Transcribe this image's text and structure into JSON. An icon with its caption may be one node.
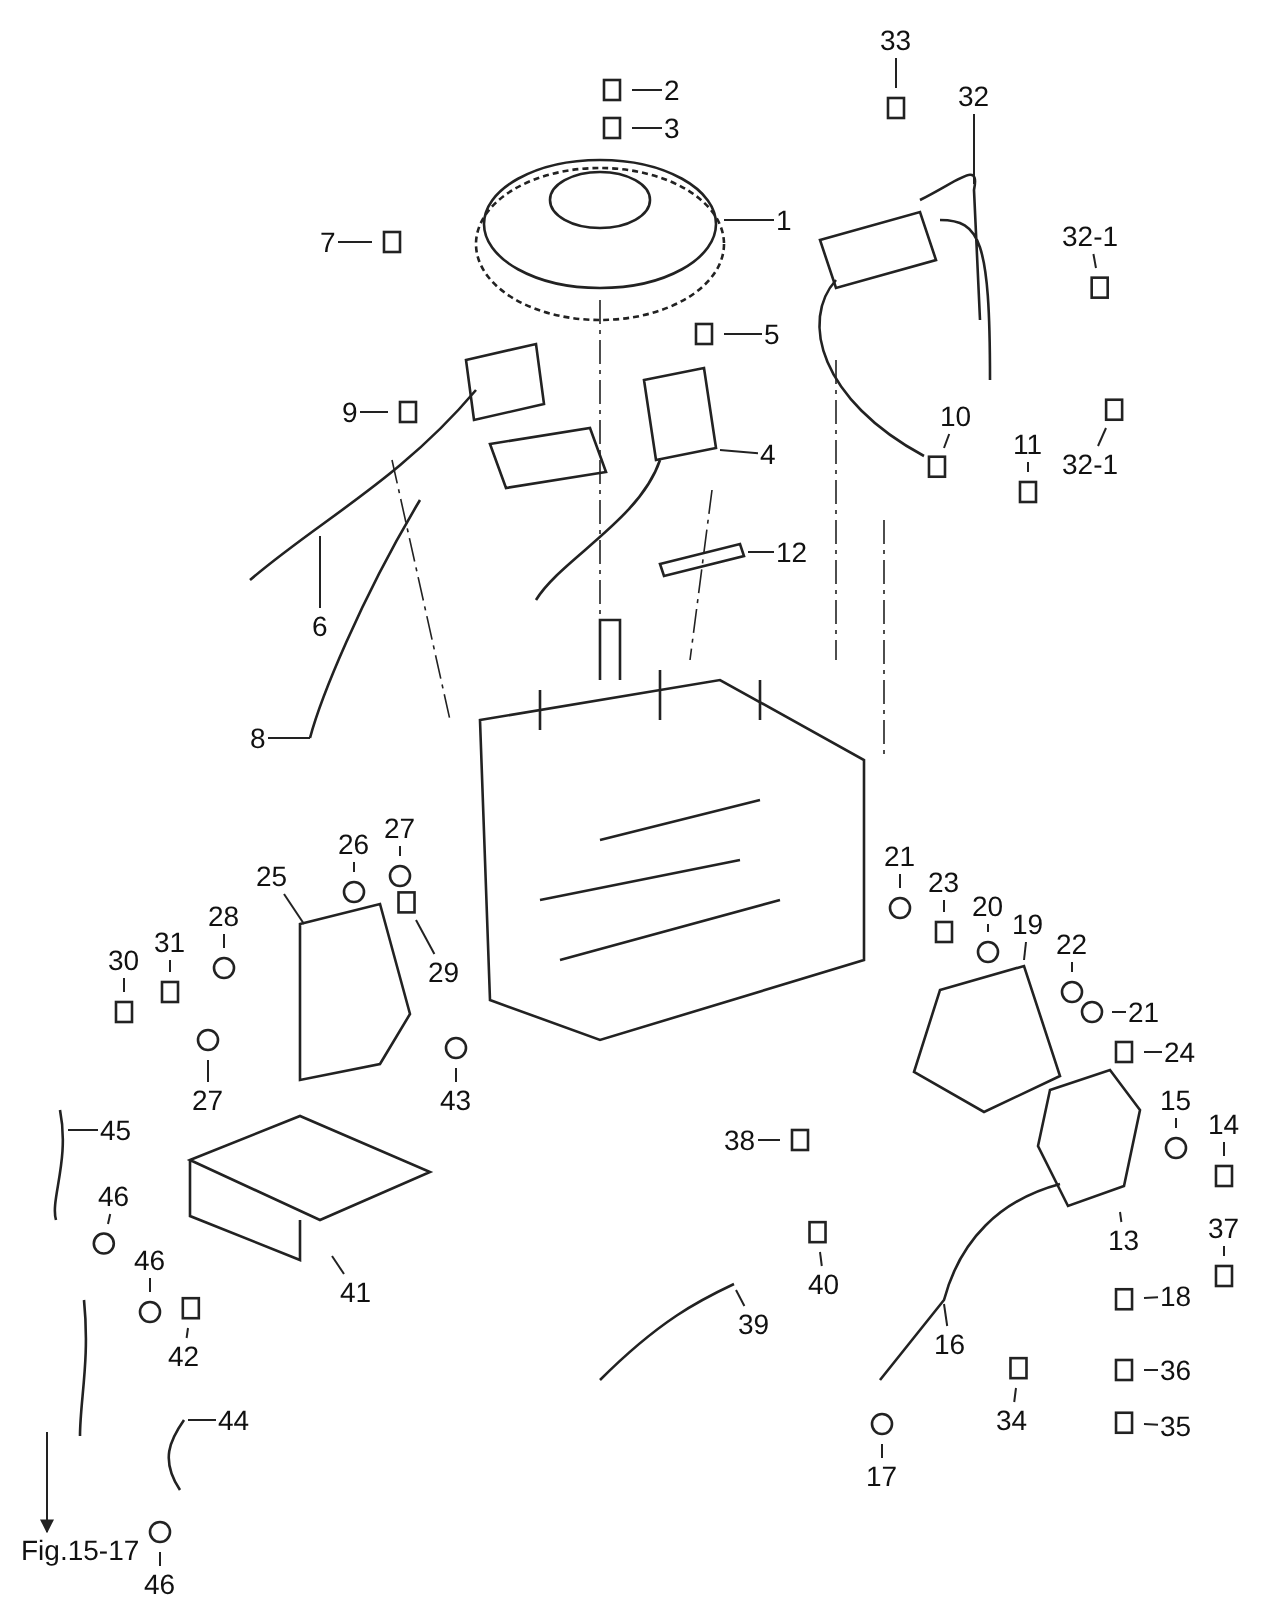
{
  "diagram": {
    "nodes": [
      {
        "text": [
          "33"
        ]
      },
      {
        "text": [
          "2"
        ]
      },
      {
        "text": [
          "32"
        ]
      },
      {
        "text": [
          "3"
        ]
      },
      {
        "text": [
          "1"
        ]
      },
      {
        "text": [
          "7"
        ]
      },
      {
        "text": [
          "32-1"
        ]
      },
      {
        "text": [
          "5"
        ]
      },
      {
        "text": [
          "9"
        ]
      },
      {
        "text": [
          "32-1"
        ]
      },
      {
        "text": [
          "10"
        ]
      },
      {
        "text": [
          "4"
        ]
      },
      {
        "text": [
          "11"
        ]
      },
      {
        "text": [
          "12"
        ]
      },
      {
        "text": [
          "6"
        ]
      },
      {
        "text": [
          "8"
        ]
      },
      {
        "text": [
          "27"
        ]
      },
      {
        "text": [
          "21"
        ]
      },
      {
        "text": [
          "23"
        ]
      },
      {
        "text": [
          "26"
        ]
      },
      {
        "text": [
          "25"
        ]
      },
      {
        "text": [
          "20"
        ]
      },
      {
        "text": [
          "19"
        ]
      },
      {
        "text": [
          "22"
        ]
      },
      {
        "text": [
          "28"
        ]
      },
      {
        "text": [
          "31"
        ]
      },
      {
        "text": [
          "30"
        ]
      },
      {
        "text": [
          "29"
        ]
      },
      {
        "text": [
          "21"
        ]
      },
      {
        "text": [
          "27"
        ]
      },
      {
        "text": [
          "24"
        ]
      },
      {
        "text": [
          "43"
        ]
      },
      {
        "text": [
          "45"
        ]
      },
      {
        "text": [
          "15"
        ]
      },
      {
        "text": [
          "14"
        ]
      },
      {
        "text": [
          "46"
        ]
      },
      {
        "text": [
          "38"
        ]
      },
      {
        "text": [
          "13"
        ]
      },
      {
        "text": [
          "46"
        ]
      },
      {
        "text": [
          "37"
        ]
      },
      {
        "text": [
          "41"
        ]
      },
      {
        "text": [
          "40"
        ]
      },
      {
        "text": [
          "42"
        ]
      },
      {
        "text": [
          "18"
        ]
      },
      {
        "text": [
          "39"
        ]
      },
      {
        "text": [
          "16"
        ]
      },
      {
        "text": [
          "44"
        ]
      },
      {
        "text": [
          "36"
        ]
      },
      {
        "text": [
          "34"
        ]
      },
      {
        "text": [
          "35"
        ]
      },
      {
        "text": [
          "17"
        ]
      },
      {
        "text": [
          "46"
        ]
      },
      {
        "text": [
          "Fig.15-17"
        ]
      }
    ],
    "edges": [
      {
        "from": 0,
        "to": null,
        "arrow": "none"
      },
      {
        "from": 1,
        "to": null,
        "arrow": "none"
      },
      {
        "from": 2,
        "to": null,
        "arrow": "none"
      },
      {
        "from": 3,
        "to": null,
        "arrow": "none"
      },
      {
        "from": 4,
        "to": null,
        "arrow": "none"
      },
      {
        "from": 5,
        "to": null,
        "arrow": "none"
      },
      {
        "from": 6,
        "to": null,
        "arrow": "none"
      },
      {
        "from": 7,
        "to": null,
        "arrow": "none"
      },
      {
        "from": 8,
        "to": null,
        "arrow": "none"
      },
      {
        "from": 9,
        "to": null,
        "arrow": "none"
      },
      {
        "from": 10,
        "to": null,
        "arrow": "none"
      },
      {
        "from": 11,
        "to": null,
        "arrow": "none"
      },
      {
        "from": 12,
        "to": null,
        "arrow": "none"
      },
      {
        "from": 13,
        "to": null,
        "arrow": "none"
      },
      {
        "from": 14,
        "to": null,
        "arrow": "none"
      },
      {
        "from": 15,
        "to": null,
        "arrow": "none"
      },
      {
        "from": 16,
        "to": null,
        "arrow": "none"
      },
      {
        "from": 17,
        "to": null,
        "arrow": "none"
      },
      {
        "from": 18,
        "to": null,
        "arrow": "none"
      },
      {
        "from": 19,
        "to": null,
        "arrow": "none"
      },
      {
        "from": 20,
        "to": null,
        "arrow": "none"
      },
      {
        "from": 21,
        "to": null,
        "arrow": "none"
      },
      {
        "from": 22,
        "to": null,
        "arrow": "none"
      },
      {
        "from": 23,
        "to": null,
        "arrow": "none"
      },
      {
        "from": 24,
        "to": null,
        "arrow": "none"
      },
      {
        "from": 25,
        "to": null,
        "arrow": "none"
      },
      {
        "from": 26,
        "to": null,
        "arrow": "none"
      },
      {
        "from": 27,
        "to": null,
        "arrow": "none"
      },
      {
        "from": 28,
        "to": null,
        "arrow": "none"
      },
      {
        "from": 29,
        "to": null,
        "arrow": "none"
      },
      {
        "from": 30,
        "to": null,
        "arrow": "none"
      },
      {
        "from": 31,
        "to": null,
        "arrow": "none"
      },
      {
        "from": 32,
        "to": null,
        "arrow": "none"
      },
      {
        "from": 33,
        "to": null,
        "arrow": "none"
      },
      {
        "from": 34,
        "to": null,
        "arrow": "none"
      },
      {
        "from": 35,
        "to": null,
        "arrow": "none"
      },
      {
        "from": 36,
        "to": null,
        "arrow": "none"
      },
      {
        "from": 37,
        "to": null,
        "arrow": "none"
      },
      {
        "from": 38,
        "to": null,
        "arrow": "none"
      },
      {
        "from": 39,
        "to": null,
        "arrow": "none"
      },
      {
        "from": 40,
        "to": null,
        "arrow": "none"
      },
      {
        "from": 41,
        "to": null,
        "arrow": "none"
      },
      {
        "from": 42,
        "to": null,
        "arrow": "none"
      },
      {
        "from": 43,
        "to": null,
        "arrow": "none"
      },
      {
        "from": 44,
        "to": null,
        "arrow": "none"
      },
      {
        "from": 45,
        "to": null,
        "arrow": "none"
      },
      {
        "from": 46,
        "to": null,
        "arrow": "none"
      },
      {
        "from": 47,
        "to": null,
        "arrow": "none"
      },
      {
        "from": 48,
        "to": null,
        "arrow": "none"
      },
      {
        "from": 49,
        "to": null,
        "arrow": "none"
      },
      {
        "from": 50,
        "to": null,
        "arrow": "none"
      },
      {
        "from": 51,
        "to": null,
        "arrow": "none"
      },
      {
        "from": null,
        "to": 52,
        "arrow": "to"
      }
    ]
  }
}
